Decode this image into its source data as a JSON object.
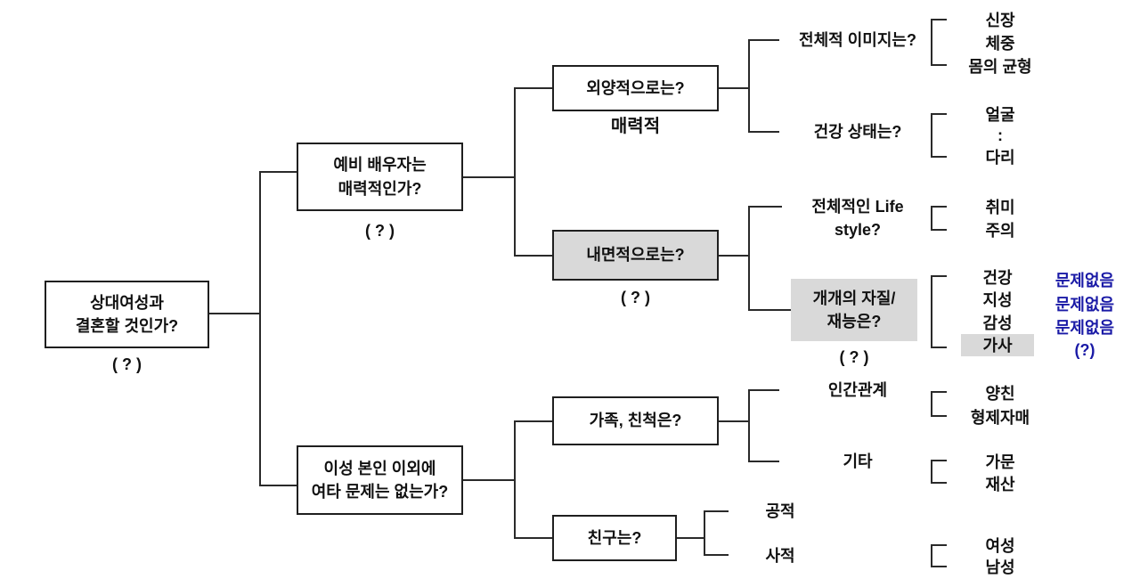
{
  "colors": {
    "line": "#2a2a2a",
    "highlight_fill": "#d9d9d9",
    "note_blue": "#1a1aa6",
    "text": "#111111"
  },
  "root": {
    "question": "상대여성과\n결혼할 것인가?",
    "status": "( ? )"
  },
  "level2": {
    "attractive": {
      "question": "예비 배우자는\n매력적인가?",
      "status": "( ? )"
    },
    "other_issues": {
      "question": "이성 본인 이외에\n여타 문제는 없는가?"
    }
  },
  "level3": {
    "appearance": {
      "question": "외양적으로는?",
      "status": "매력적"
    },
    "inner": {
      "question": "내면적으로는?",
      "status": "( ? )"
    },
    "family": {
      "question": "가족, 친척은?"
    },
    "friends": {
      "question": "친구는?"
    }
  },
  "level4": {
    "overall_image": {
      "question": "전체적 이미지는?",
      "items": [
        "신장",
        "체중",
        "몸의 균형"
      ]
    },
    "health": {
      "question": "건강 상태는?",
      "items": [
        "얼굴",
        ":",
        "다리"
      ]
    },
    "lifestyle": {
      "question": "전체적인 Life\nstyle?",
      "items": [
        "취미",
        "주의"
      ]
    },
    "qualities": {
      "question": "개개의 자질/\n재능은?",
      "status": "( ? )",
      "items": [
        "건강",
        "지성",
        "감성",
        "가사"
      ],
      "notes": [
        "문제없음",
        "문제없음",
        "문제없음",
        "(?)"
      ]
    },
    "relations": {
      "label": "인간관계",
      "items": [
        "양친",
        "형제자매"
      ]
    },
    "etc": {
      "label": "기타",
      "items": [
        "가문",
        "재산"
      ]
    },
    "public": {
      "label": "공적"
    },
    "private": {
      "label": "사적",
      "items": [
        "여성",
        "남성"
      ]
    }
  }
}
